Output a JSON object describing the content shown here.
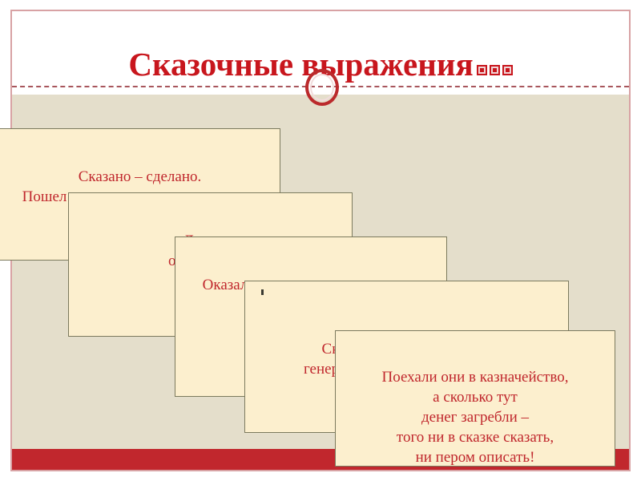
{
  "slide": {
    "title": "Сказочные выражения",
    "title_ellipsis": "…",
    "decor": {
      "ring": "decorative-ring",
      "dashed_rule": "dashed-divider"
    },
    "colors": {
      "title_red": "#C8161D",
      "body_beige": "#E4DECB",
      "card_cream": "#FCEFCE",
      "card_border": "#7C7A5E",
      "footer_red": "#C1272D",
      "frame_rose": "#D8A2A4",
      "text_red": "#C0272D"
    }
  },
  "cards": [
    {
      "id": "card-1",
      "text": "Сказано – сделано.\nПошел один генерал направо и ви…\nа на де…"
    },
    {
      "id": "card-2",
      "text": "Долго…\nоднако ген…"
    },
    {
      "id": "card-3",
      "text": "Оказалось, что мужик знает даже\nПодьяч…\nмед…\nтекл…"
    },
    {
      "id": "card-4",
      "text": "Сколько набрались страху\nгенералы во время пути от бурь\nд…\nс…\nмужи…\n\nописа…"
    },
    {
      "id": "card-5",
      "text": "Поехали они в казначейство,\nа сколько тут\nденег загребли –\nтого ни в сказке сказать,\nни пером описать!"
    }
  ]
}
